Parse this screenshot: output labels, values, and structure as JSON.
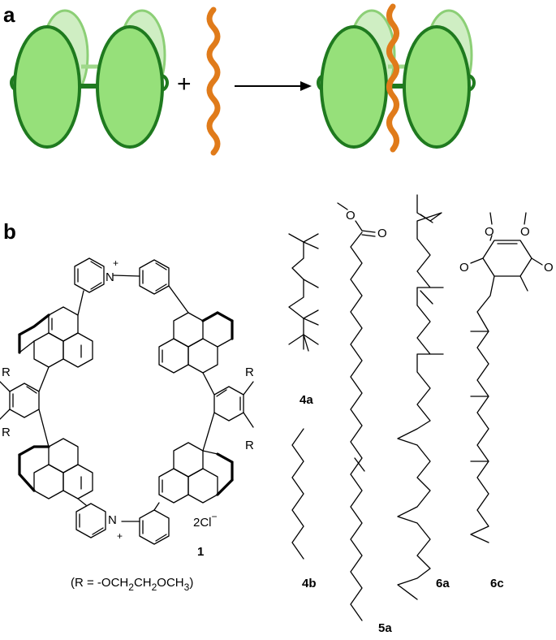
{
  "panels": {
    "a": "a",
    "b": "b"
  },
  "scheme": {
    "plus": "+"
  },
  "colors": {
    "ring_fill": "#96e07a",
    "ring_back": "#c9ebbd",
    "ring_stroke": "#1f7a1f",
    "guest": "#e07b1a"
  },
  "macrocycle": {
    "n_plus": "N",
    "plus": "+",
    "r": "R",
    "counterion": "2Cl",
    "counterion_charge": "−",
    "label": "1",
    "r_def_a": "(R = -OCH",
    "r_def_s1": "2",
    "r_def_b": "CH",
    "r_def_s2": "2",
    "r_def_c": "OCH",
    "r_def_s3": "3",
    "r_def_d": ")"
  },
  "guests": {
    "o": "O",
    "label_4a": "4a",
    "label_4b": "4b",
    "label_5a": "5a",
    "label_6a": "6a",
    "label_6c": "6c"
  }
}
